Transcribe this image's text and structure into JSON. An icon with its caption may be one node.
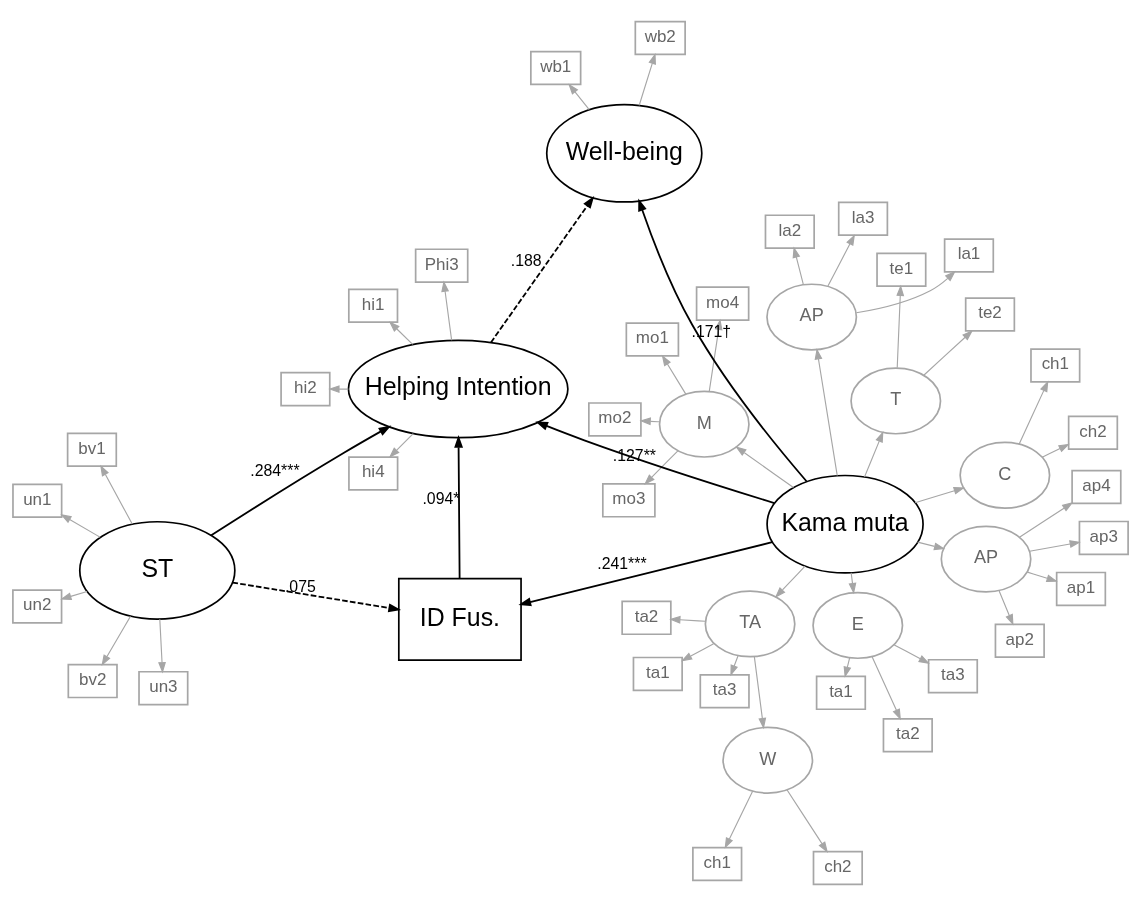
{
  "diagram": {
    "nodes": [
      {
        "text": [
          "ch1"
        ]
      },
      {
        "text": [
          "ch2"
        ]
      },
      {
        "text": [
          "ta1"
        ]
      },
      {
        "text": [
          "ta2"
        ]
      },
      {
        "text": [
          "ta3"
        ]
      },
      {
        "text": [
          "ta1"
        ]
      },
      {
        "text": [
          "ta2"
        ]
      },
      {
        "text": [
          "ta3"
        ]
      },
      {
        "text": [
          "W"
        ]
      },
      {
        "text": [
          "E"
        ]
      },
      {
        "text": [
          "ap1"
        ]
      },
      {
        "text": [
          "ap2"
        ]
      },
      {
        "text": [
          "ap3"
        ]
      },
      {
        "text": [
          "ap4"
        ]
      },
      {
        "text": [
          "ch1"
        ]
      },
      {
        "text": [
          "ch2"
        ]
      },
      {
        "text": [
          "C"
        ]
      },
      {
        "text": [
          "TA"
        ]
      },
      {
        "text": [
          "AP"
        ]
      },
      {
        "text": [
          "mo1"
        ]
      },
      {
        "text": [
          "mo2"
        ]
      },
      {
        "text": [
          "mo3"
        ]
      },
      {
        "text": [
          "mo4"
        ]
      },
      {
        "text": [
          "M"
        ]
      },
      {
        "text": [
          "te1"
        ]
      },
      {
        "text": [
          "te2"
        ]
      },
      {
        "text": [
          "T"
        ]
      },
      {
        "text": [
          "un1"
        ]
      },
      {
        "text": [
          "un2"
        ]
      },
      {
        "text": [
          "un3"
        ]
      },
      {
        "text": [
          "bv1"
        ]
      },
      {
        "text": [
          "bv2"
        ]
      },
      {
        "text": [
          "ST"
        ]
      },
      {
        "text": [
          "Kama muta"
        ]
      },
      {
        "text": [
          "AP"
        ]
      },
      {
        "text": [
          "la1"
        ]
      },
      {
        "text": [
          "la2"
        ]
      },
      {
        "text": [
          "la3"
        ]
      },
      {
        "text": [
          "ID Fus."
        ]
      },
      {
        "text": [
          "Helping Intention"
        ]
      },
      {
        "text": [
          "Well-being"
        ]
      },
      {
        "text": [
          "hi1"
        ]
      },
      {
        "text": [
          "hi2"
        ]
      },
      {
        "text": [
          "Phi3"
        ]
      },
      {
        "text": [
          "hi4"
        ]
      },
      {
        "text": [
          "wb1"
        ]
      },
      {
        "text": [
          "wb2"
        ]
      }
    ],
    "edges": [
      {
        "from": 8,
        "to": 0,
        "arrow": "to"
      },
      {
        "from": 8,
        "to": 1,
        "arrow": "to"
      },
      {
        "from": 17,
        "to": 2,
        "arrow": "to"
      },
      {
        "from": 17,
        "to": 3,
        "arrow": "to"
      },
      {
        "from": 17,
        "to": 4,
        "arrow": "to"
      },
      {
        "from": 9,
        "to": 5,
        "arrow": "to"
      },
      {
        "from": 9,
        "to": 6,
        "arrow": "to"
      },
      {
        "from": 9,
        "to": 7,
        "arrow": "to"
      },
      {
        "from": 18,
        "to": 10,
        "arrow": "to"
      },
      {
        "from": 18,
        "to": 11,
        "arrow": "to"
      },
      {
        "from": 18,
        "to": 12,
        "arrow": "to"
      },
      {
        "from": 18,
        "to": 13,
        "arrow": "to"
      },
      {
        "from": 16,
        "to": 14,
        "arrow": "to"
      },
      {
        "from": 16,
        "to": 15,
        "arrow": "to"
      },
      {
        "from": 17,
        "to": 8,
        "arrow": "to"
      },
      {
        "from": 23,
        "to": 19,
        "arrow": "to"
      },
      {
        "from": 23,
        "to": 20,
        "arrow": "to"
      },
      {
        "from": 23,
        "to": 21,
        "arrow": "to"
      },
      {
        "from": 23,
        "to": 22,
        "arrow": "to"
      },
      {
        "from": 26,
        "to": 24,
        "arrow": "to"
      },
      {
        "from": 26,
        "to": 25,
        "arrow": "to"
      },
      {
        "from": 32,
        "to": 27,
        "arrow": "to"
      },
      {
        "from": 32,
        "to": 28,
        "arrow": "to"
      },
      {
        "from": 32,
        "to": 29,
        "arrow": "to"
      },
      {
        "from": 32,
        "to": 30,
        "arrow": "to"
      },
      {
        "from": 32,
        "to": 31,
        "arrow": "to"
      },
      {
        "from": 33,
        "to": 16,
        "arrow": "to"
      },
      {
        "from": 33,
        "to": 17,
        "arrow": "to"
      },
      {
        "from": 33,
        "to": 9,
        "arrow": "to"
      },
      {
        "from": 33,
        "to": 18,
        "arrow": "to"
      },
      {
        "from": 33,
        "to": 23,
        "arrow": "to"
      },
      {
        "from": 33,
        "to": 26,
        "arrow": "to"
      },
      {
        "from": 33,
        "to": 34,
        "arrow": "to"
      },
      {
        "from": 34,
        "to": 35,
        "arrow": "to"
      },
      {
        "from": 34,
        "to": 36,
        "arrow": "to"
      },
      {
        "from": 34,
        "to": 37,
        "arrow": "to"
      },
      {
        "from": 32,
        "to": 38,
        "arrow": "to",
        "label": ".075",
        "style": "dashed",
        "color": "#000000"
      },
      {
        "from": 32,
        "to": 39,
        "arrow": "to",
        "label": ".284***",
        "color": "#000000"
      },
      {
        "from": 33,
        "to": 38,
        "arrow": "to",
        "label": ".241***",
        "color": "#000000"
      },
      {
        "from": 33,
        "to": 39,
        "arrow": "to",
        "label": ".127**",
        "color": "#000000"
      },
      {
        "from": 33,
        "to": 40,
        "arrow": "to",
        "label": ".171†",
        "color": "#000000"
      },
      {
        "from": 38,
        "to": 39,
        "arrow": "to",
        "label": ".094*",
        "color": "#000000"
      },
      {
        "from": 39,
        "to": 40,
        "arrow": "to",
        "label": ".188",
        "style": "dashed",
        "color": "#000000"
      },
      {
        "from": 39,
        "to": 41,
        "arrow": "to"
      },
      {
        "from": 39,
        "to": 42,
        "arrow": "to"
      },
      {
        "from": 39,
        "to": 43,
        "arrow": "to"
      },
      {
        "from": 39,
        "to": 44,
        "arrow": "to"
      },
      {
        "from": 40,
        "to": 45,
        "arrow": "to"
      },
      {
        "from": 40,
        "to": 46,
        "arrow": "to"
      }
    ]
  }
}
